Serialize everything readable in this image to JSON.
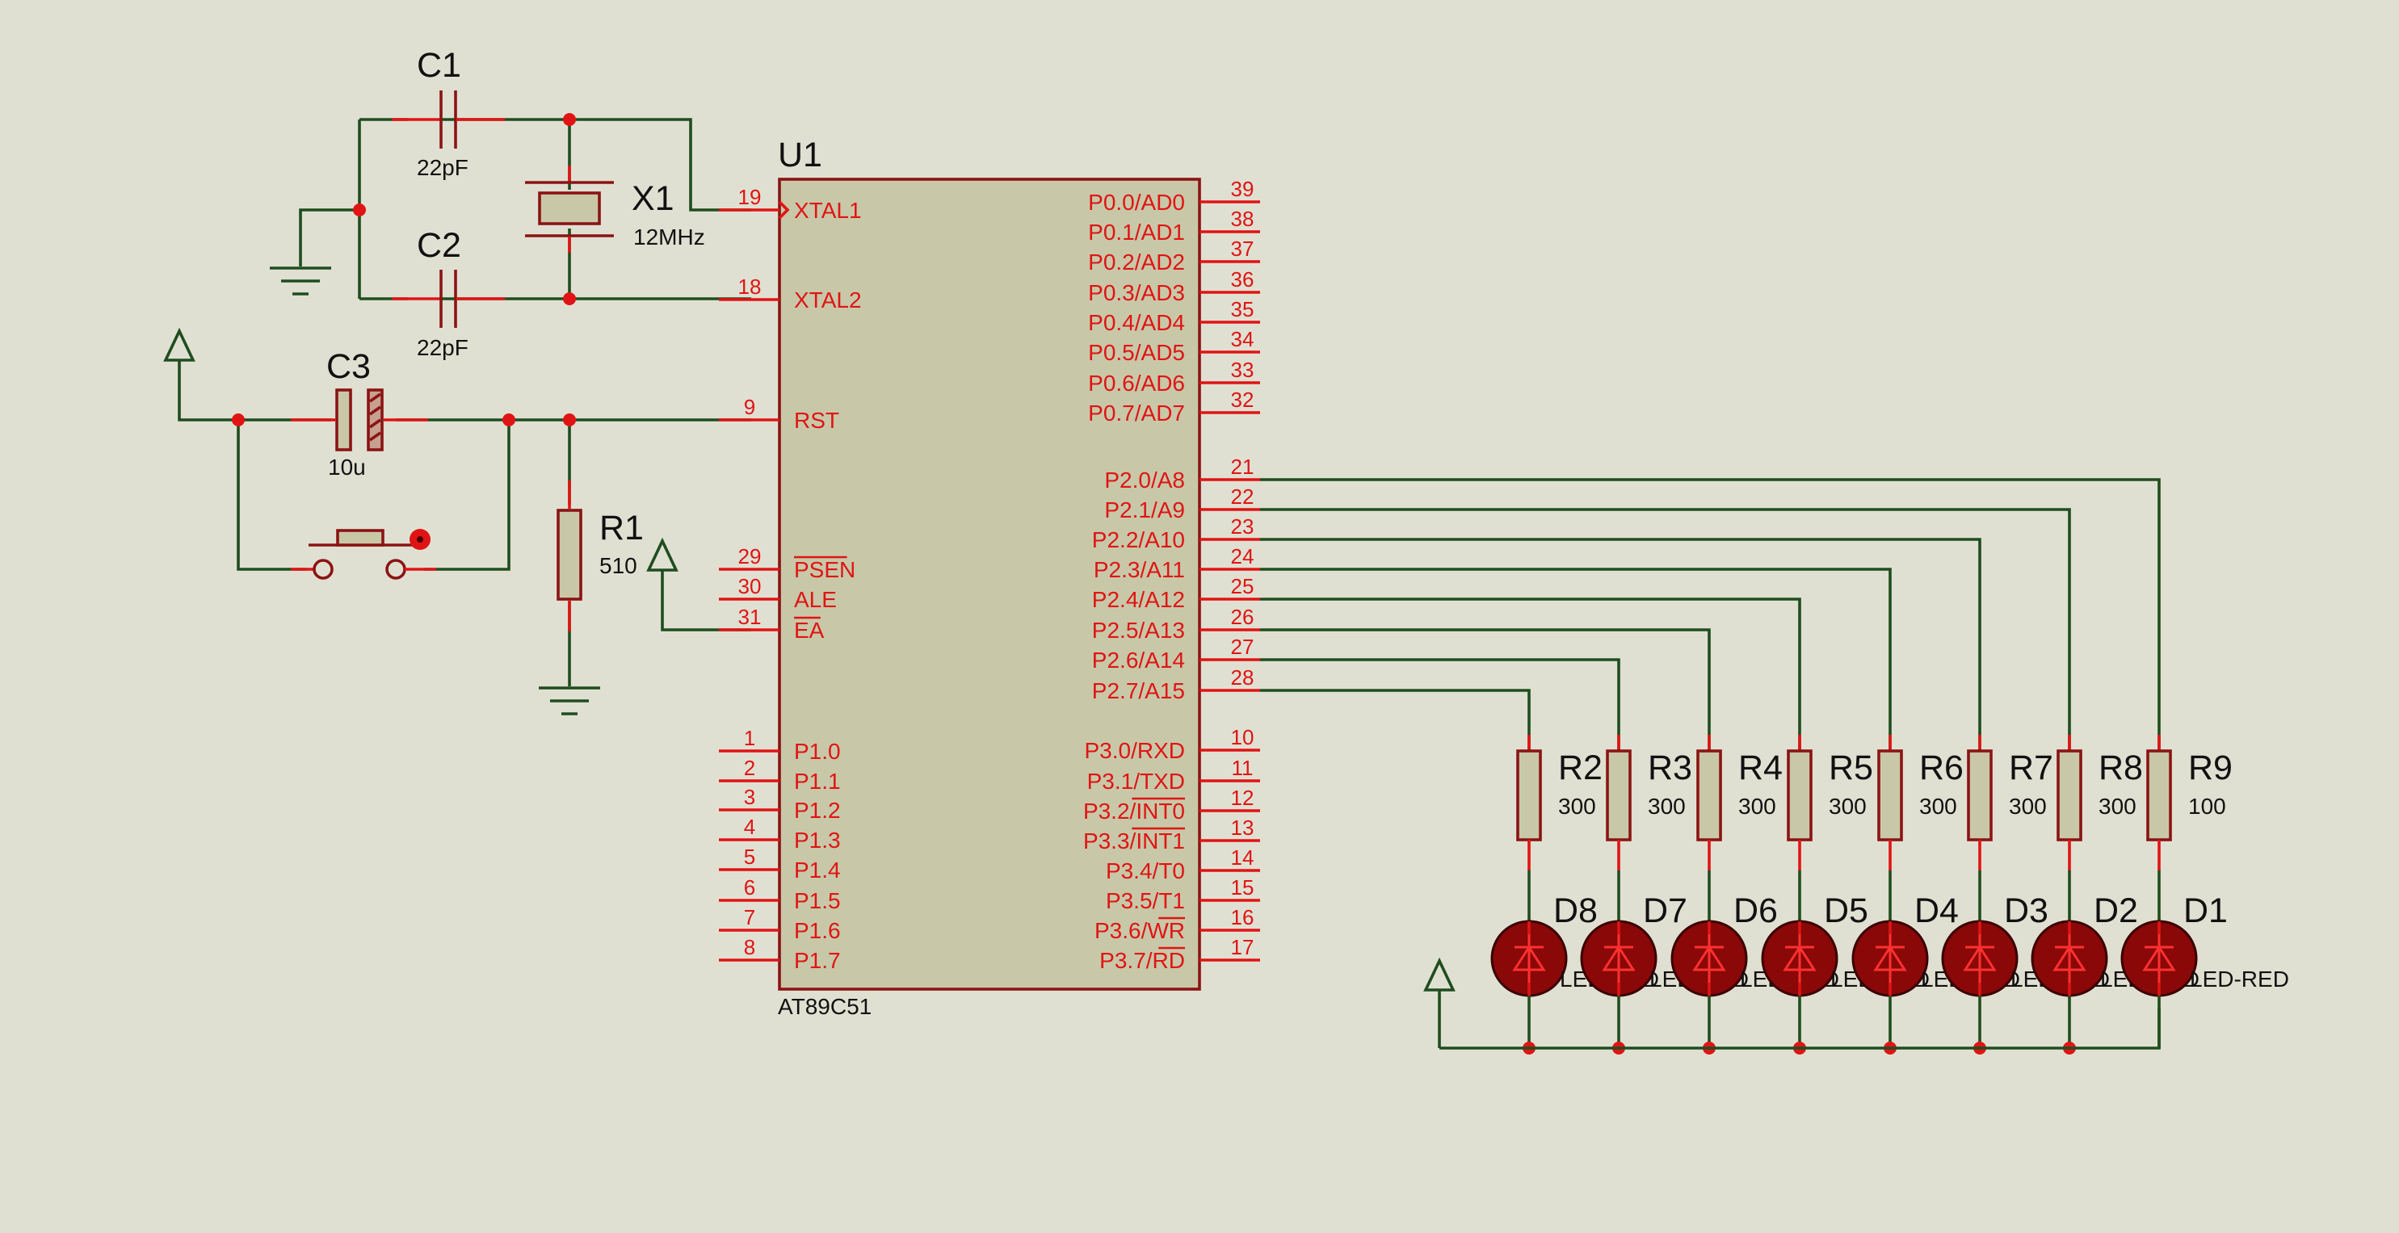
{
  "colors": {
    "background": "#e0e0d2",
    "wire": "#1f4d1f",
    "pin": "#e01414",
    "component_outline": "#8b1414",
    "component_fill": "#c8c8a8",
    "junction": "#e01414",
    "label_text": "#111111"
  },
  "chip": {
    "ref": "U1",
    "part": "AT89C51",
    "left_pins": [
      {
        "num": "19",
        "name": "XTAL1"
      },
      {
        "num": "18",
        "name": "XTAL2"
      },
      {
        "num": "9",
        "name": "RST"
      },
      {
        "num": "29",
        "name": "PSEN"
      },
      {
        "num": "30",
        "name": "ALE"
      },
      {
        "num": "31",
        "name": "EA"
      },
      {
        "num": "1",
        "name": "P1.0"
      },
      {
        "num": "2",
        "name": "P1.1"
      },
      {
        "num": "3",
        "name": "P1.2"
      },
      {
        "num": "4",
        "name": "P1.3"
      },
      {
        "num": "5",
        "name": "P1.4"
      },
      {
        "num": "6",
        "name": "P1.5"
      },
      {
        "num": "7",
        "name": "P1.6"
      },
      {
        "num": "8",
        "name": "P1.7"
      }
    ],
    "right_pins": [
      {
        "num": "39",
        "name": "P0.0/AD0"
      },
      {
        "num": "38",
        "name": "P0.1/AD1"
      },
      {
        "num": "37",
        "name": "P0.2/AD2"
      },
      {
        "num": "36",
        "name": "P0.3/AD3"
      },
      {
        "num": "35",
        "name": "P0.4/AD4"
      },
      {
        "num": "34",
        "name": "P0.5/AD5"
      },
      {
        "num": "33",
        "name": "P0.6/AD6"
      },
      {
        "num": "32",
        "name": "P0.7/AD7"
      },
      {
        "num": "21",
        "name": "P2.0/A8"
      },
      {
        "num": "22",
        "name": "P2.1/A9"
      },
      {
        "num": "23",
        "name": "P2.2/A10"
      },
      {
        "num": "24",
        "name": "P2.3/A11"
      },
      {
        "num": "25",
        "name": "P2.4/A12"
      },
      {
        "num": "26",
        "name": "P2.5/A13"
      },
      {
        "num": "27",
        "name": "P2.6/A14"
      },
      {
        "num": "28",
        "name": "P2.7/A15"
      },
      {
        "num": "10",
        "name": "P3.0/RXD"
      },
      {
        "num": "11",
        "name": "P3.1/TXD"
      },
      {
        "num": "12",
        "name": "P3.2/INT0"
      },
      {
        "num": "13",
        "name": "P3.3/INT1"
      },
      {
        "num": "14",
        "name": "P3.4/T0"
      },
      {
        "num": "15",
        "name": "P3.5/T1"
      },
      {
        "num": "16",
        "name": "P3.6/WR"
      },
      {
        "num": "17",
        "name": "P3.7/RD"
      }
    ]
  },
  "components": {
    "C1": {
      "ref": "C1",
      "value": "22pF"
    },
    "C2": {
      "ref": "C2",
      "value": "22pF"
    },
    "C3": {
      "ref": "C3",
      "value": "10u"
    },
    "X1": {
      "ref": "X1",
      "value": "12MHz"
    },
    "R1": {
      "ref": "R1",
      "value": "510"
    }
  },
  "led_resistors": [
    {
      "ref": "R2",
      "value": "300"
    },
    {
      "ref": "R3",
      "value": "300"
    },
    {
      "ref": "R4",
      "value": "300"
    },
    {
      "ref": "R5",
      "value": "300"
    },
    {
      "ref": "R6",
      "value": "300"
    },
    {
      "ref": "R7",
      "value": "300"
    },
    {
      "ref": "R8",
      "value": "300"
    },
    {
      "ref": "R9",
      "value": "100"
    }
  ],
  "leds": [
    {
      "ref": "D8",
      "value": "LED-RED"
    },
    {
      "ref": "D7",
      "value": "LED-RED"
    },
    {
      "ref": "D6",
      "value": "LED-RED"
    },
    {
      "ref": "D5",
      "value": "LED-RED"
    },
    {
      "ref": "D4",
      "value": "LED-RED"
    },
    {
      "ref": "D3",
      "value": "LED-RED"
    },
    {
      "ref": "D2",
      "value": "LED-RED"
    },
    {
      "ref": "D1",
      "value": "LED-RED"
    }
  ]
}
